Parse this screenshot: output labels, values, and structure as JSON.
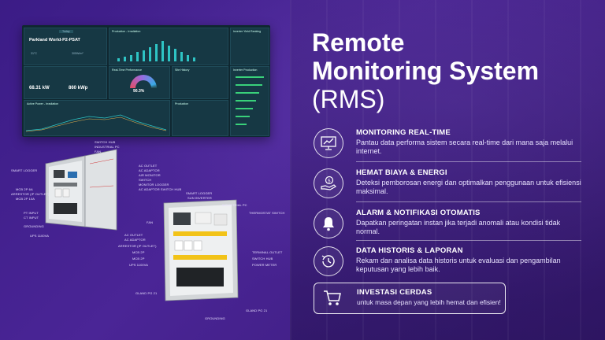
{
  "heading": {
    "line1": "Remote",
    "line2": "Monitoring System",
    "line3": "(RMS)"
  },
  "features": [
    {
      "title": "MONITORING REAL-TIME",
      "desc": "Pantau data performa sistem secara real-time dari mana saja melalui internet.",
      "icon": "monitor-chart-icon"
    },
    {
      "title": "HEMAT BIAYA & ENERGI",
      "desc": "Deteksi pemborosan energi dan optimalkan penggunaan untuk efisiensi maksimal.",
      "icon": "hand-coin-icon"
    },
    {
      "title": "ALARM & NOTIFIKASI OTOMATIS",
      "desc": "Dapatkan peringatan instan jika terjadi anomali atau kondisi tidak normal.",
      "icon": "bell-icon"
    },
    {
      "title": "DATA HISTORIS & LAPORAN",
      "desc": "Rekam dan analisa data historis untuk evaluasi dan pengambilan keputusan yang lebih baik.",
      "icon": "clock-history-icon"
    }
  ],
  "cta": {
    "title": "INVESTASI CERDAS",
    "desc": "untuk masa depan yang lebih hemat dan efisien!",
    "icon": "cart-icon"
  },
  "dashboard": {
    "site": "Parkland World-P2-PSAT",
    "tab": "Today",
    "production_title": "Production - Irradiation",
    "inverter_title": "Inverter Yield Ranking",
    "realtime_title": "Real-Time Performance",
    "gauge_value": "90.3%",
    "active_power_title": "Active Power - Irradiation",
    "site_history": "Site History",
    "production": "Production",
    "inverter_production": "Inverter Production",
    "active_power": "68.31 kW",
    "capacity": "860 kWp",
    "temp": "31°C",
    "irradiance": "305W/m²"
  },
  "labels": {
    "cab1": [
      "SMART LOGGER",
      "MCB 2P 6A",
      "ARRESTOR (IP OUTLET)",
      "MCB 2P 10A",
      "PT INPUT",
      "CT INPUT",
      "GROUNDING",
      "UPS 1100VA",
      "SWITCH HUB",
      "INDUSTRIAL PC",
      "FAN",
      "AC OUTLET",
      "AC ADAPTOR",
      "AIR MONITOR",
      "SWITCH",
      "MONITOR LOGGER",
      "AC ADAPTOR SWITCH HUB"
    ],
    "cab2": [
      "SMART LOGGER",
      "SUN INVERTER",
      "AC OUTLET",
      "AC ADAPTOR",
      "ARRESTOR (IP OUTLET)",
      "MCB 2P",
      "MCB 2P",
      "UPS 1100VA",
      "GLAND PG 21",
      "GROUNDING",
      "THERMOSTAT SWITCH",
      "TERMINAL OUTLET",
      "SWITCH HUB",
      "POWER METER",
      "FAN",
      "INDUSTRIAL PC",
      "GLAND PG 21"
    ]
  },
  "colors": {
    "background": "#3b1c86",
    "accent": "#ffffff"
  }
}
